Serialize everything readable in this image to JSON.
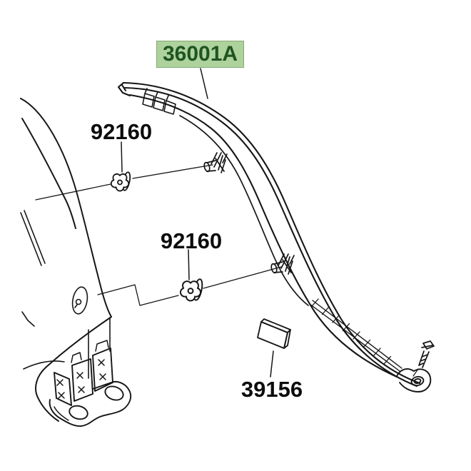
{
  "page": {
    "background_color": "#ffffff",
    "kind": "motorcycle-parts-fiche-diagram"
  },
  "diagram": {
    "line_color": "#161616",
    "parts": {
      "panel": {
        "number": "36001A",
        "description": "side-cover-trim-panel",
        "highlighted": true,
        "highlight_fill": "#aed29c",
        "highlight_text_color": "#1f5423",
        "highlight_border": "#84a873"
      },
      "grommet_upper": {
        "number": "92160",
        "description": "grommet"
      },
      "grommet_lower": {
        "number": "92160",
        "description": "grommet"
      },
      "damper_pad": {
        "number": "39156",
        "description": "damper-pad"
      }
    }
  }
}
